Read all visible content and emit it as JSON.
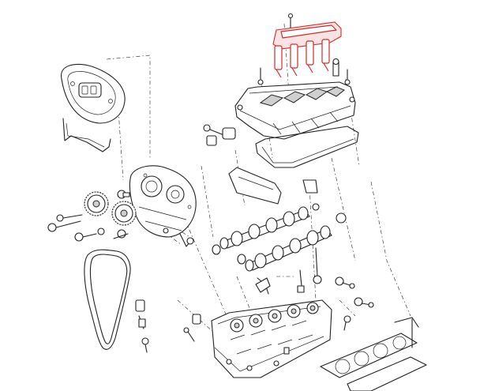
{
  "colors": {
    "line": "#222222",
    "accent": "#d42a2a",
    "shade": "#cfcfcf",
    "background": "#ffffff"
  },
  "highlighted_part": "ignition-coil-module",
  "parts": [
    "timing-belt-cover",
    "cover-gasket",
    "belt-tensioner",
    "camshaft-sprocket-upper",
    "camshaft-sprocket-lower",
    "timing-belt",
    "rear-timing-cover",
    "valve-cover",
    "valve-cover-gasket",
    "intake-camshaft",
    "exhaust-camshaft",
    "cylinder-head",
    "head-gasket",
    "ignition-coil-module"
  ]
}
